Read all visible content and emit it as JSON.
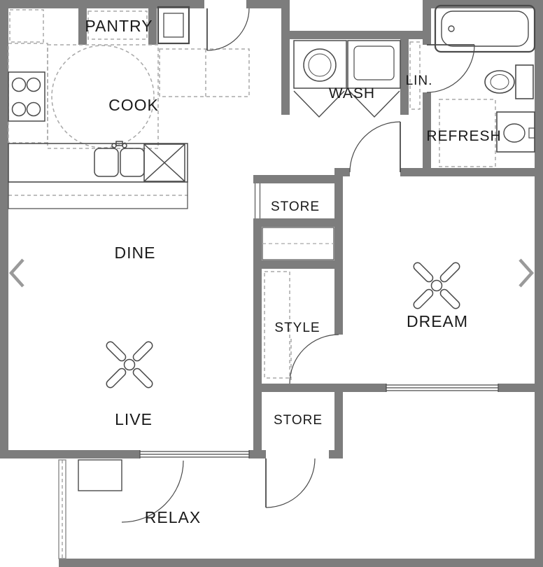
{
  "floor_plan": {
    "labels": {
      "pantry": "PANTRY",
      "cook": "COOK",
      "wash": "WASH",
      "linen": "LIN.",
      "refresh": "REFRESH",
      "dine": "DINE",
      "store_upper": "STORE",
      "style": "STYLE",
      "dream": "DREAM",
      "live": "LIVE",
      "store_lower": "STORE",
      "relax": "RELAX"
    },
    "icons": {
      "prev": "chevron-left-icon",
      "next": "chevron-right-icon",
      "fan": "ceiling-fan-icon"
    },
    "colors": {
      "wall": "#7d7d7d",
      "fixture": "#4a4a4a",
      "dashed": "#a8a8a8",
      "text": "#1a1a1a",
      "arrow": "#9a9a9a",
      "background": "#ffffff"
    }
  }
}
